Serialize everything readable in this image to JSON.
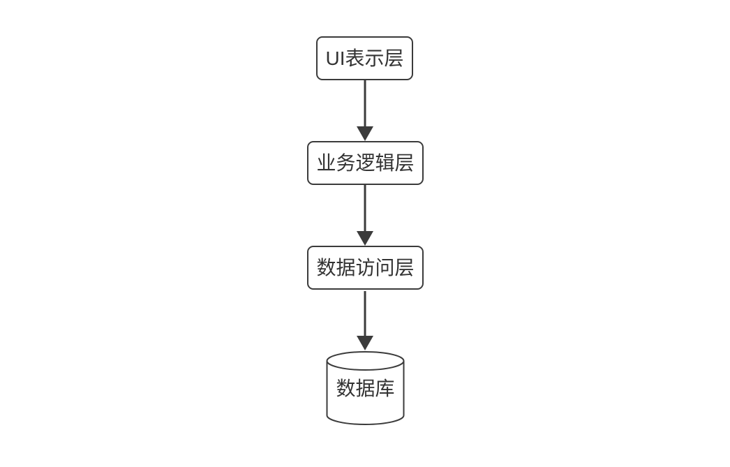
{
  "diagram": {
    "title": "layered-architecture-flowchart",
    "colors": {
      "bg": "#ffffff",
      "stroke": "#3b3b3b",
      "text": "#333333"
    },
    "nodes": [
      {
        "id": "ui-layer",
        "shape": "rounded-rect",
        "label": "UI表示层"
      },
      {
        "id": "business-layer",
        "shape": "rounded-rect",
        "label": "业务逻辑层"
      },
      {
        "id": "data-access-layer",
        "shape": "rounded-rect",
        "label": "数据访问层"
      },
      {
        "id": "database",
        "shape": "cylinder",
        "label": "数据库"
      }
    ],
    "edges": [
      {
        "from": "ui-layer",
        "to": "business-layer",
        "style": "solid-arrow"
      },
      {
        "from": "business-layer",
        "to": "data-access-layer",
        "style": "solid-arrow"
      },
      {
        "from": "data-access-layer",
        "to": "database",
        "style": "solid-arrow"
      }
    ]
  }
}
